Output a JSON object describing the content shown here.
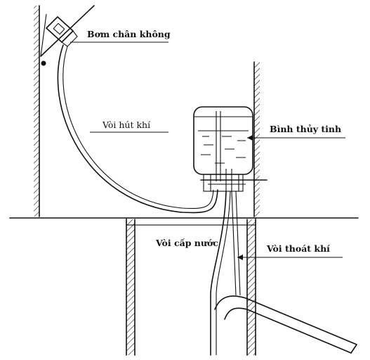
{
  "labels": {
    "pump": "Bơm chân không",
    "suction_tube": "Vòi hút khí",
    "glass_jar": "Bình thủy tinh",
    "water_supply": "Vòi cấp nước",
    "air_outlet": "Vòi thoát khí"
  },
  "colors": {
    "ink": "#111111",
    "background": "#ffffff"
  }
}
